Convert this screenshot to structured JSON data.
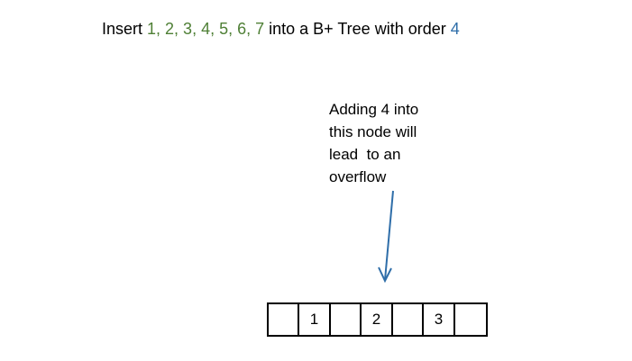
{
  "title": {
    "prefix": "Insert ",
    "keys": "1, 2, 3, 4, 5, 6, 7",
    "middle": " into a B+ Tree with order ",
    "order": "4"
  },
  "colors": {
    "keys": "#4e7f35",
    "order": "#2f6ea9",
    "arrow": "#2f6ea9"
  },
  "note": {
    "lines": [
      "Adding 4 into",
      "this node will",
      "lead  to an",
      "overflow"
    ]
  },
  "node": {
    "cells": [
      "",
      "1",
      "",
      "2",
      "",
      "3",
      ""
    ]
  },
  "icons": {
    "arrow": "arrow-down-icon"
  }
}
